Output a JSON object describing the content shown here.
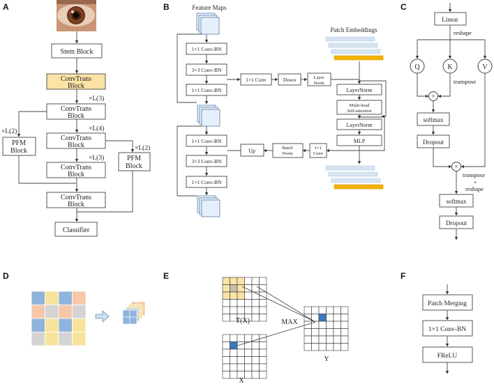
{
  "panels": {
    "a": "A",
    "b": "B",
    "c": "C",
    "d": "D",
    "e": "E",
    "f": "F"
  },
  "colors": {
    "highlight": "#fbe3a5",
    "blue": "#8fb4dc",
    "orange": "#f6c8a8",
    "yellow": "#f8e39c",
    "gray": "#d4d4d4",
    "yellow_bar": "#f2b200",
    "light_bar": "#d6e4f2",
    "cell_blue": "#3b78c4",
    "eye": "eye-photo"
  },
  "a": {
    "stem": "Stem Block",
    "ct1": [
      "ConvTrans",
      "Block"
    ],
    "ct2": [
      "ConvTrans",
      "Block"
    ],
    "ct3": [
      "ConvTrans",
      "Block"
    ],
    "ct4": [
      "ConvTrans",
      "Block"
    ],
    "ct5": [
      "ConvTrans",
      "Block"
    ],
    "pfm_left": [
      "PFM",
      "Block"
    ],
    "pfm_right": [
      "PFM",
      "Block"
    ],
    "classifier": "Classifier",
    "l3a": "×L(3)",
    "l4": "×L(4)",
    "l3b": "×L(3)",
    "l2a": "×L(2)",
    "l2b": "×L(2)"
  },
  "b": {
    "feature_maps": "Feature Maps",
    "patch_embeddings": "Patch Embeddings",
    "conv1": "1×1 Conv-BN",
    "conv3": "3×3 Conv-BN",
    "conv1b": "1×1 Conv-BN",
    "conv1c": "1×1 Conv-BN",
    "conv3b": "3×3 Conv-BN",
    "conv1d": "1×1 Conv-BN",
    "conv1x1": "1×1 Conv",
    "down": "Down",
    "layer_norm_small": [
      "Layer",
      "Norm"
    ],
    "layernorm1": "LayerNorm",
    "mhsa": [
      "Multi-head",
      "Self-attention"
    ],
    "layernorm2": "LayerNorm",
    "mlp": "MLP",
    "conv1x1_up": [
      "1×1",
      "Conv"
    ],
    "batch_norm": [
      "Batch",
      "Norm"
    ],
    "up": "Up"
  },
  "c": {
    "linear": "Linear",
    "reshape": "reshape",
    "q": "Q",
    "k": "K",
    "v": "V",
    "times": "×",
    "transpose": "transpose",
    "softmax1": "softmax",
    "dropout1": "Dropout",
    "transpose2": "transpose",
    "plus": "+",
    "reshape2": "reshape",
    "softmax2": "softmax",
    "dropout2": "Dropout"
  },
  "e": {
    "tx": "T(X)",
    "max": "MAX",
    "x": "X",
    "y": "Y"
  },
  "f": {
    "patch_merging": "Patch Merging",
    "conv": "1×1 Conv-BN",
    "frelu": "FReLU"
  }
}
